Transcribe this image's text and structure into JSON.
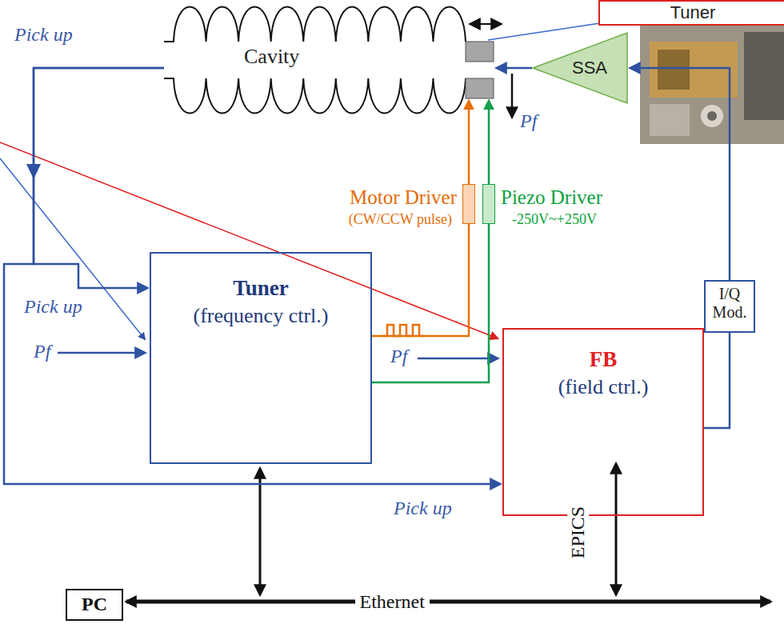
{
  "diagram": {
    "nodes": [
      {
        "text": [
          "Tuner"
        ]
      },
      {
        "text": [
          "Cavity"
        ]
      },
      {
        "text": [
          "SSA"
        ]
      },
      {
        "text": [
          "Motor Driver",
          "(CW/CCW pulse)"
        ]
      },
      {
        "text": [
          "Piezo Driver",
          "-250V~+250V"
        ]
      },
      {
        "text": [
          "I/Q Mod."
        ]
      },
      {
        "text": [
          "Tuner",
          "(frequency ctrl.)"
        ]
      },
      {
        "text": [
          "FB",
          "(field ctrl.)"
        ]
      },
      {
        "text": [
          "PC"
        ]
      }
    ],
    "edges": [
      {
        "from": 1,
        "to": 6,
        "arrow": "to"
      },
      {
        "from": 1,
        "to": 7,
        "arrow": "to"
      },
      {
        "from": 2,
        "to": 1,
        "arrow": "to"
      },
      {
        "from": 5,
        "to": 2,
        "arrow": "to"
      },
      {
        "from": 7,
        "to": 5,
        "arrow": "none"
      },
      {
        "from": 6,
        "to": 3,
        "arrow": "none"
      },
      {
        "from": 6,
        "to": 4,
        "arrow": "none"
      },
      {
        "from": 3,
        "to": 1,
        "arrow": "to"
      },
      {
        "from": 4,
        "to": 1,
        "arrow": "to"
      }
    ],
    "labels": [
      "Pick up",
      "Pf",
      "Pick up",
      "Pf",
      "Pf",
      "Pick up",
      "EPICS",
      "Ethernet"
    ]
  }
}
